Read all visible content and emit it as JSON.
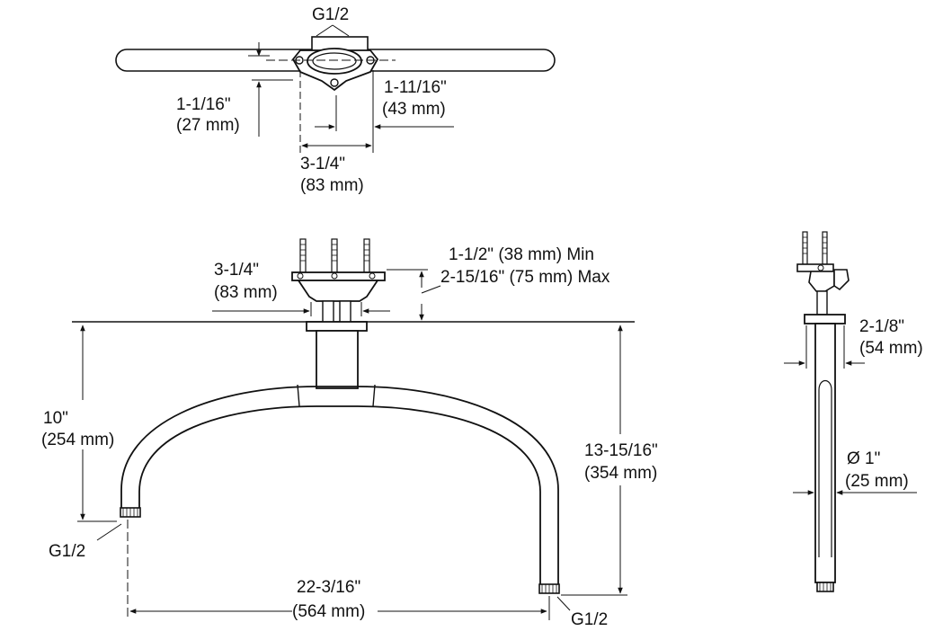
{
  "colors": {
    "line": "#111111",
    "background": "#ffffff"
  },
  "top_view": {
    "thread": "G1/2",
    "offset_in": "1-1/16\"",
    "offset_mm": "(27 mm)",
    "flange_in": "1-11/16\"",
    "flange_mm": "(43 mm)",
    "width_in": "3-1/4\"",
    "width_mm": "(83 mm)"
  },
  "front_view": {
    "base_in": "3-1/4\"",
    "base_mm": "(83 mm)",
    "ceiling_min": "1-1/2\" (38 mm) Min",
    "ceiling_max": "2-15/16\" (75 mm) Max",
    "drop_in": "10\"",
    "drop_mm": "(254 mm)",
    "height_in": "13-15/16\"",
    "height_mm": "(354 mm)",
    "span_in": "22-3/16\"",
    "span_mm": "(564 mm)",
    "left_thread": "G1/2",
    "right_thread": "G1/2"
  },
  "side_view": {
    "flange_in": "2-1/8\"",
    "flange_mm": "(54 mm)",
    "diameter_in": "Ø 1\"",
    "diameter_mm": "(25 mm)"
  }
}
